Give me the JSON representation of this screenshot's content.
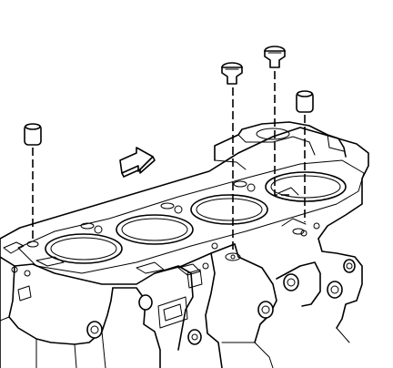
{
  "diagram": {
    "kind": "technical line illustration",
    "parts": [
      {
        "id": "cylinder-head-bolt-left",
        "icon": "bolt-icon"
      },
      {
        "id": "cylinder-head-bolt-right",
        "icon": "bolt-icon"
      },
      {
        "id": "locating-dowel-left",
        "icon": "dowel-pin-icon"
      },
      {
        "id": "locating-dowel-right",
        "icon": "dowel-pin-icon"
      },
      {
        "id": "head-gasket",
        "icon": "gasket-icon"
      },
      {
        "id": "engine-block",
        "icon": "engine-block-icon"
      }
    ],
    "cylinder_bores": 4,
    "direction_arrow": "front-of-engine-arrow-icon",
    "colors": {
      "line": "#000000",
      "background": "#ffffff"
    }
  }
}
